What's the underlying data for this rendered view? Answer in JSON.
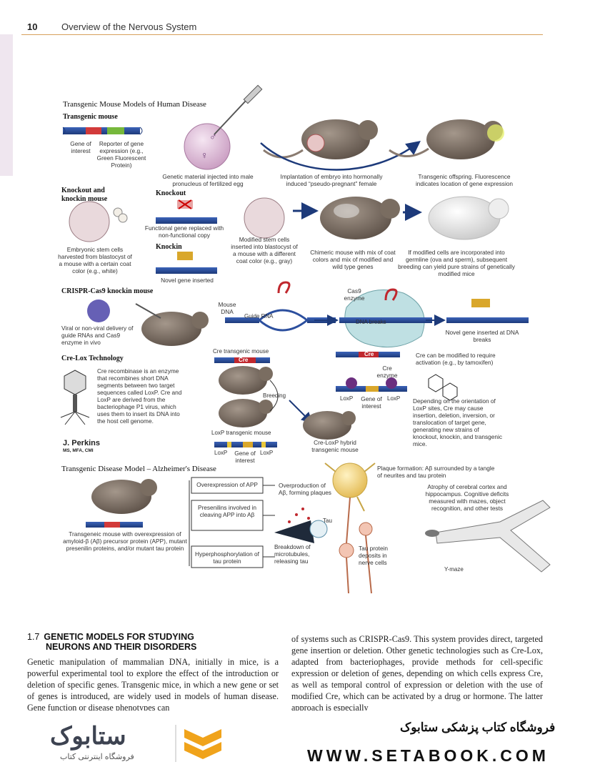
{
  "header": {
    "page_number": "10",
    "running_title": "Overview of the Nervous System"
  },
  "figure": {
    "title": "Transgenic Mouse Models of Human Disease",
    "transgenic": {
      "heading": "Transgenic mouse",
      "gene_label": "Gene of interest",
      "reporter_label": "Reporter of gene expression (e.g., Green Fluorescent Protein)",
      "injection_caption": "Genetic material injected into male pronucleus of fertilized egg",
      "implant_caption": "Implantation of embryo into hormonally induced “pseudo-pregnant” female",
      "offspring_caption": "Transgenic offspring. Fluorescence indicates location of gene expression"
    },
    "knockout": {
      "heading": "Knockout and knockin mouse",
      "stem_caption": "Embryonic stem cells harvested from blastocyst of a mouse with a certain coat color (e.g., white)",
      "knockout_label": "Knockout",
      "knockout_caption": "Functional gene replaced with non-functional copy",
      "knockin_label": "Knockin",
      "knockin_caption": "Novel gene inserted",
      "modified_caption": "Modified stem cells inserted into blastocyst of a mouse with a different coat color (e.g., gray)",
      "chimeric_caption": "Chimeric mouse with mix of coat colors and mix of modified and wild type genes",
      "germline_caption": "If modified cells are incorporated into germline (ova and sperm), subsequent breeding can yield pure strains of genetically modified mice"
    },
    "crispr": {
      "heading": "CRISPR-Cas9 knockin mouse",
      "delivery_caption": "Viral or non-viral delivery of guide RNAs and Cas9 enzyme in vivo",
      "mouse_dna": "Mouse DNA",
      "guide_rna": "Guide RNA",
      "cas9": "Cas9 enzyme",
      "dna_breaks": "DNA breaks",
      "inserted_caption": "Novel gene inserted at DNA breaks"
    },
    "crelox": {
      "heading": "Cre-Lox Technology",
      "description": "Cre recombinase is an enzyme that recombines short DNA segments between two target sequences called LoxP. Cre and LoxP are derived from the bacteriophage P1 virus, which uses them to insert its DNA into the host cell genome.",
      "cre_mouse": "Cre transgenic mouse",
      "cre": "Cre",
      "breeding": "Breeding",
      "loxp_mouse": "LoxP transgenic mouse",
      "loxp": "LoxP",
      "gene_of_interest": "Gene of interest",
      "hybrid": "Cre-LoxP hybrid transgenic mouse",
      "cre_enzyme": "Cre enzyme",
      "activation_caption": "Cre can be modified to require activation (e.g., by tamoxifen)",
      "orientation_caption": "Depending on the orientation of LoxP sites, Cre may cause insertion, deletion, inversion, or translocation of target gene, generating new strains of knockout, knockin, and transgenic mice."
    },
    "artist": {
      "name": "J. Perkins",
      "credentials": "MS, MFA, CMI"
    },
    "alzheimers": {
      "heading": "Transgenic Disease Model – Alzheimer's Disease",
      "mouse_caption": "Transgeneic mouse with overexpression of amyloid-β (Aβ) precursor protein (APP), mutant presenilin proteins, and/or mutant tau protein",
      "app": "Overexpression of APP",
      "presenilins": "Presenilins involved in cleaving APP into Aβ",
      "hyperphos": "Hyperphosphorylation of tau protein",
      "overproduction": "Overproduction of Aβ, forming plaques",
      "tau": "Tau",
      "breakdown": "Breakdown of microtubules, releasing tau",
      "tau_deposits": "Tau protein deposits in nerve cells",
      "plaque": "Plaque formation: Aβ surrounded by a tangle of neurites and tau protein",
      "atrophy": "Atrophy of cerebral cortex and hippocampus. Cognitive deficits measured with mazes, object recognition, and other tests",
      "ymaze": "Y-maze"
    }
  },
  "section": {
    "number": "1.7",
    "title_line1": "GENETIC MODELS FOR STUDYING",
    "title_line2": "NEURONS AND THEIR DISORDERS",
    "left_text": "Genetic manipulation of mammalian DNA, initially in mice, is a powerful experimental tool to explore the effect of the introduction or deletion of specific genes. Transgenic mice, in which a new gene or set of genes is introduced, are widely used in models of human disease. Gene function or disease phenotypes can",
    "right_text": "of systems such as CRISPR-Cas9. This system provides direct, targeted gene insertion or deletion. Other genetic technologies such as Cre-Lox, adapted from bacteriophages, provide methods for cell-specific expression or deletion of genes, depending on which cells express Cre, as well as temporal control of expression or deletion with the use of modified Cre, which can be activated by a drug or hormone. The latter approach is especially"
  },
  "watermark": {
    "logo": "ستابوک",
    "logo_sub": "فروشگاه اینترنتی کتاب",
    "store_fa": "فروشگاه کتاب پزشکی ستابوک",
    "site": "WWW.SETABOOK.COM"
  },
  "colors": {
    "accent": "#f0a31b",
    "dna_blue": "#2c4f9e",
    "rule": "#d6a05a"
  }
}
